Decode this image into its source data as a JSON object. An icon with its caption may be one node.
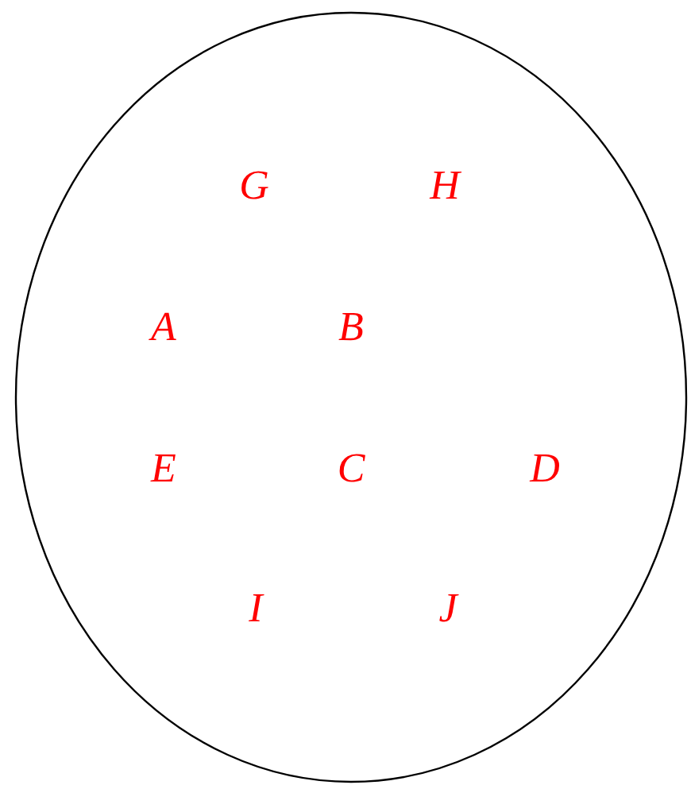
{
  "diagram": {
    "nodes": [
      {
        "text": [],
        "shape": "ellipse"
      },
      {
        "text": [
          "G"
        ],
        "in": 0
      },
      {
        "text": [
          "H"
        ],
        "in": 0
      },
      {
        "text": [
          "A"
        ],
        "in": 0
      },
      {
        "text": [
          "B"
        ],
        "in": 0
      },
      {
        "text": [
          "E"
        ],
        "in": 0
      },
      {
        "text": [
          "C"
        ],
        "in": 0
      },
      {
        "text": [
          "D"
        ],
        "in": 0
      },
      {
        "text": [
          "I"
        ],
        "in": 0
      },
      {
        "text": [
          "J"
        ],
        "in": 0
      }
    ]
  }
}
